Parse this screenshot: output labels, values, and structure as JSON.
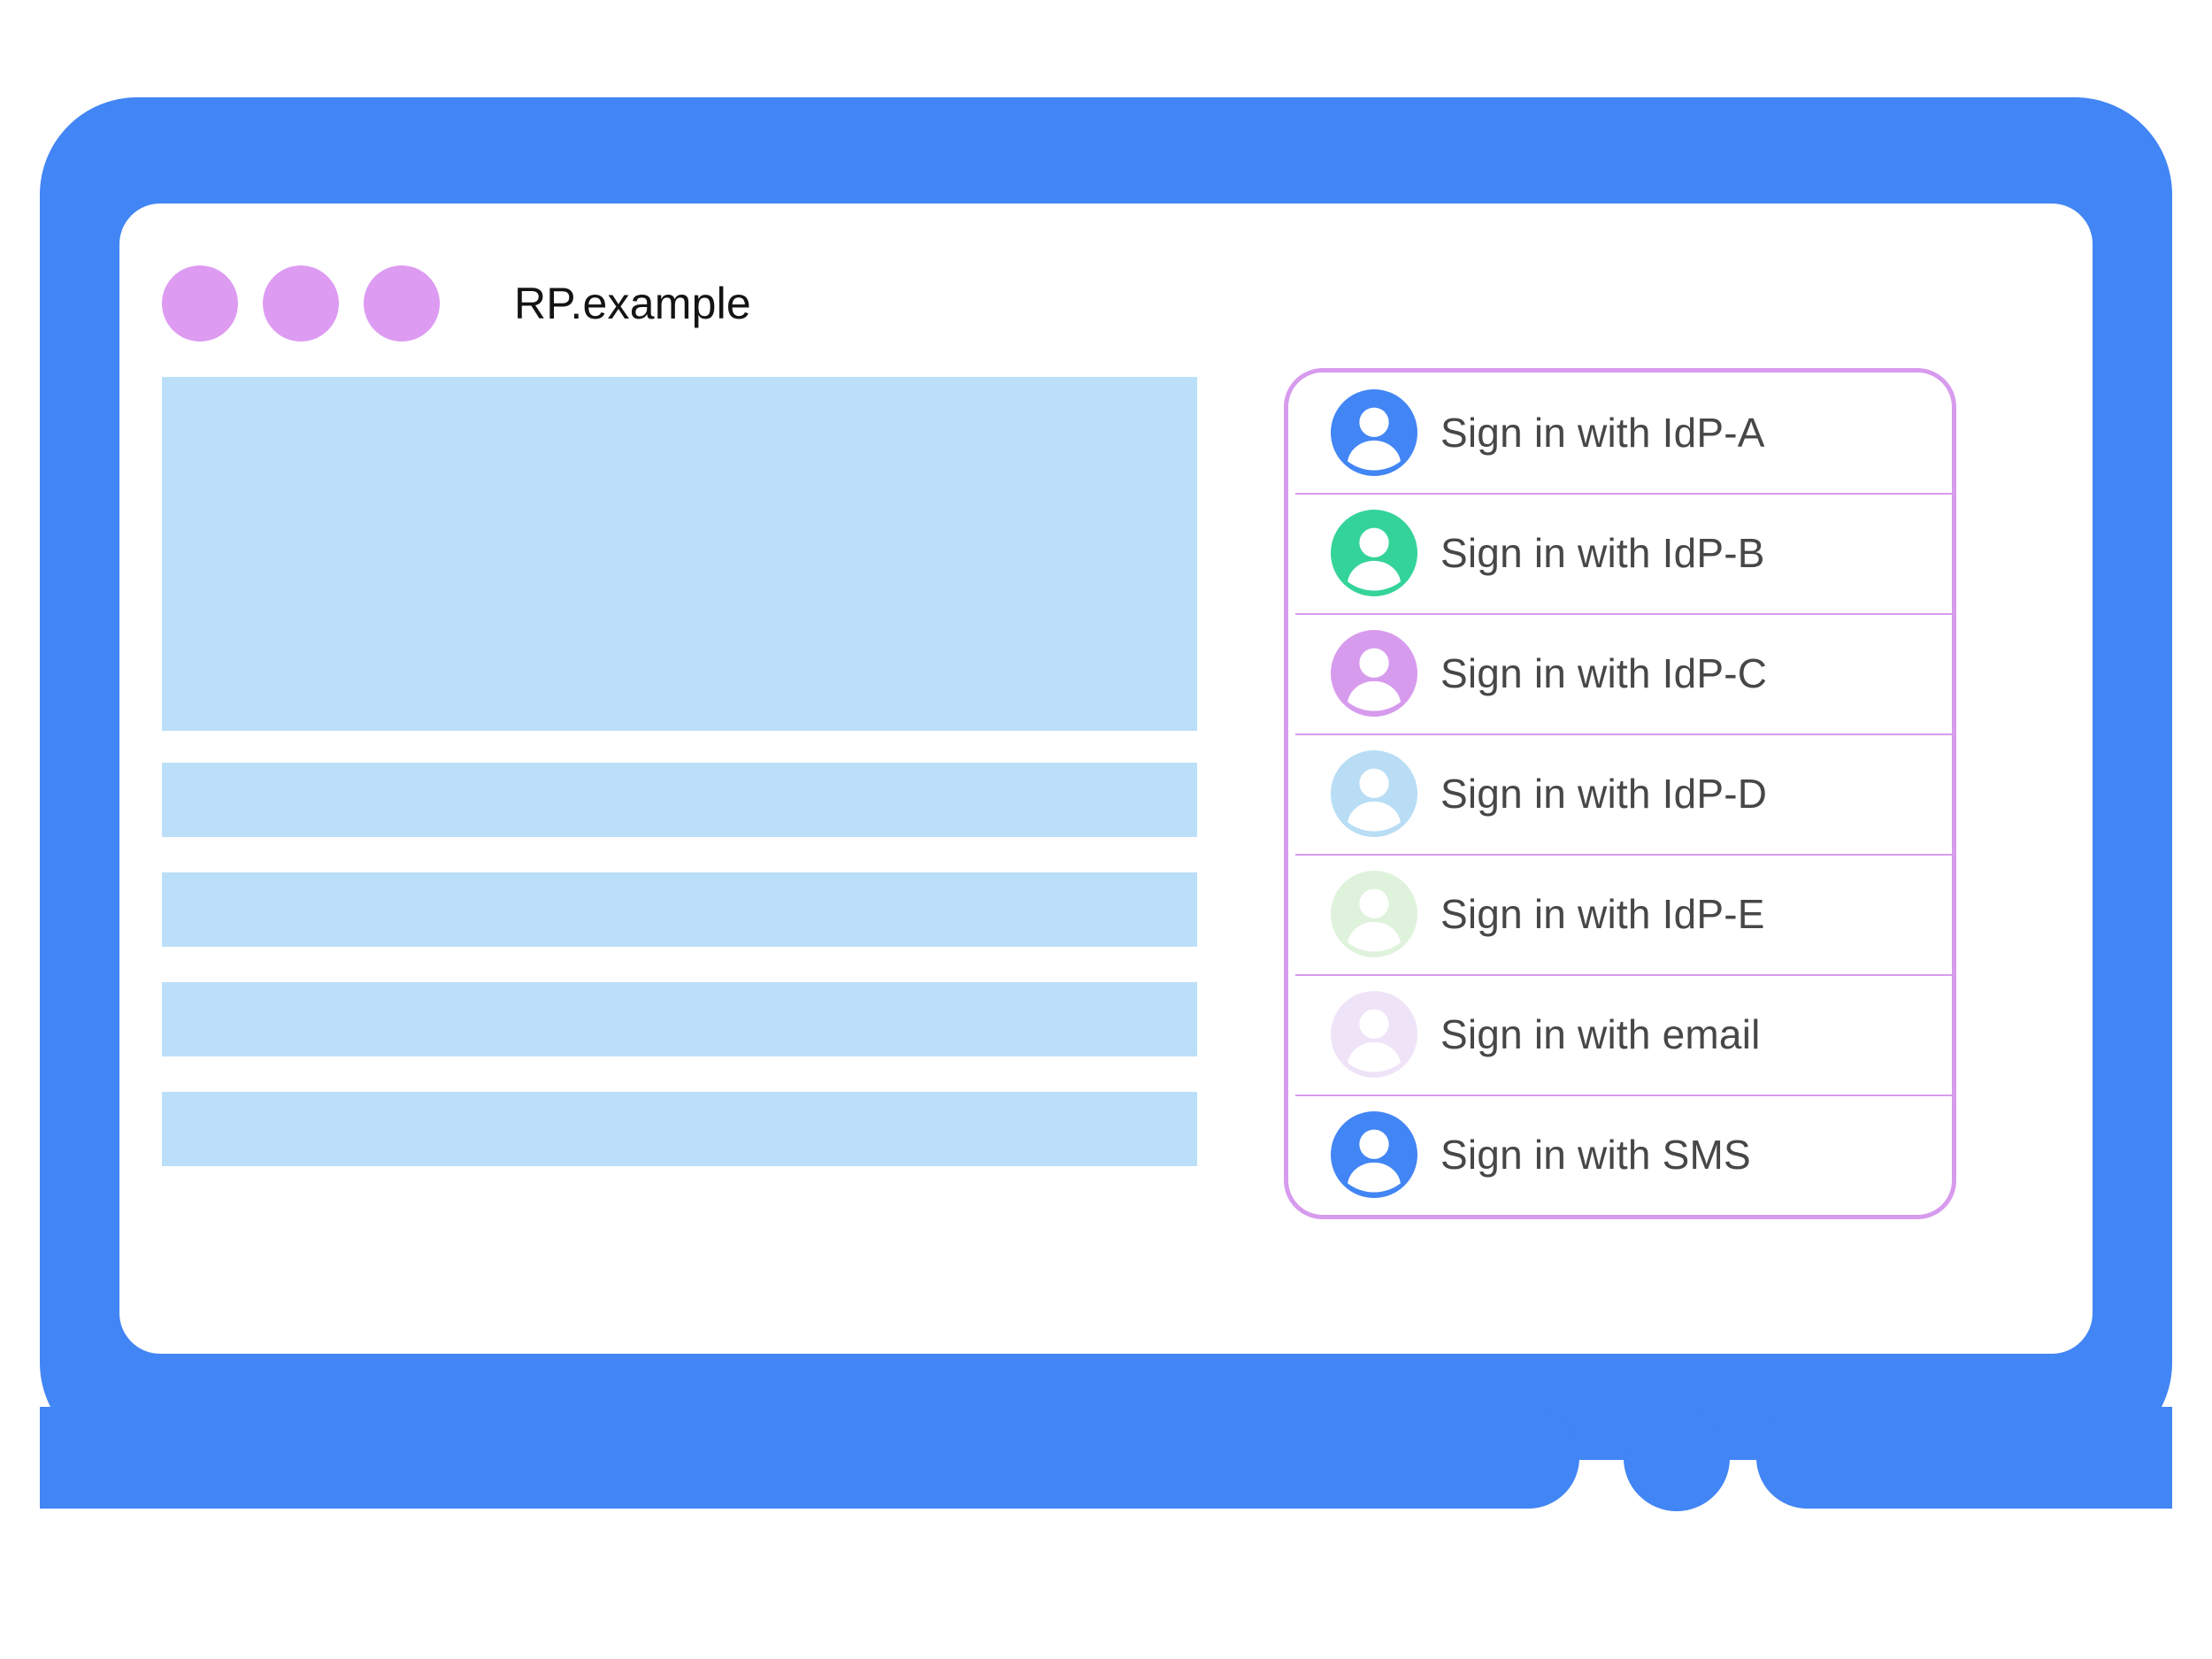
{
  "colors": {
    "frame_blue": "#4285F4",
    "dot_purple": "#DD9BF2",
    "block_blue": "#BBDFF8",
    "dialog_border": "#D79BEE",
    "separator": "#D79BEE",
    "label_color": "#474747",
    "title_color": "#141414"
  },
  "window": {
    "title": "RP.example",
    "dots": [
      "window-dot-1",
      "window-dot-2",
      "window-dot-3"
    ]
  },
  "content": {
    "blocks": [
      {
        "name": "hero-placeholder",
        "shape": "hero"
      },
      {
        "name": "text-placeholder-1",
        "shape": "bar"
      },
      {
        "name": "text-placeholder-2",
        "shape": "bar"
      },
      {
        "name": "text-placeholder-3",
        "shape": "bar"
      },
      {
        "name": "text-placeholder-4",
        "shape": "bar"
      }
    ]
  },
  "signin_dialog": {
    "items": [
      {
        "label": "Sign in with IdP-A",
        "avatar_color": "#4285F4",
        "icon": "account-avatar-icon"
      },
      {
        "label": "Sign in with IdP-B",
        "avatar_color": "#34D399",
        "icon": "account-avatar-icon"
      },
      {
        "label": "Sign in with IdP-C",
        "avatar_color": "#D79BEE",
        "icon": "account-avatar-icon"
      },
      {
        "label": "Sign in with IdP-D",
        "avatar_color": "#B8DDF5",
        "icon": "account-avatar-icon"
      },
      {
        "label": "Sign in with IdP-E",
        "avatar_color": "#DFF2DC",
        "icon": "account-avatar-icon"
      },
      {
        "label": "Sign in with email",
        "avatar_color": "#EFE3F8",
        "icon": "account-avatar-icon"
      },
      {
        "label": "Sign in with SMS",
        "avatar_color": "#4285F4",
        "icon": "account-avatar-icon"
      }
    ]
  },
  "device": {
    "home_button": "home-button"
  }
}
